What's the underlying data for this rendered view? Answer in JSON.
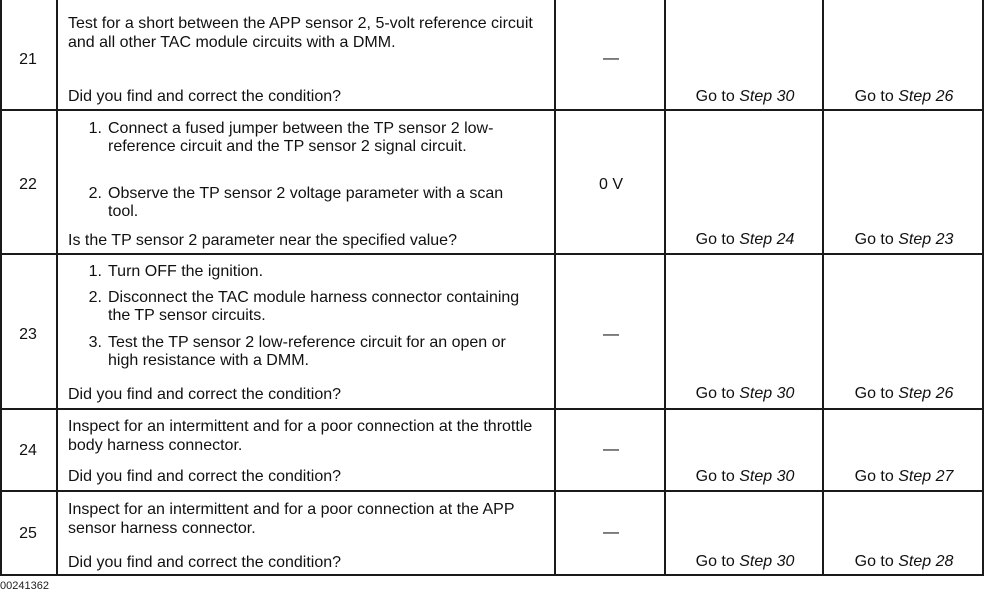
{
  "rows": [
    {
      "step": "21",
      "text": "Test for a short between the APP sensor 2, 5-volt reference circuit and all other TAC module circuits with a DMM.",
      "question": "Did you find and correct the condition?",
      "value": "—",
      "yes_prefix": "Go to",
      "yes_step": "Step 30",
      "no_prefix": "Go to",
      "no_step": "Step 26"
    },
    {
      "step": "22",
      "items": [
        {
          "num": "1.",
          "text": "Connect a fused jumper between the TP sensor 2 low-reference circuit and the TP sensor 2 signal circuit."
        },
        {
          "num": "2.",
          "text": "Observe the TP sensor 2 voltage parameter with a scan tool."
        }
      ],
      "question": "Is the TP sensor 2 parameter near the specified value?",
      "value": "0 V",
      "yes_prefix": "Go to",
      "yes_step": "Step 24",
      "no_prefix": "Go to",
      "no_step": "Step 23"
    },
    {
      "step": "23",
      "items": [
        {
          "num": "1.",
          "text": "Turn OFF the ignition."
        },
        {
          "num": "2.",
          "text": "Disconnect the TAC module harness connector containing the TP sensor circuits."
        },
        {
          "num": "3.",
          "text": "Test the TP sensor 2 low-reference circuit for an open or high resistance with a DMM."
        }
      ],
      "question": "Did you find and correct the condition?",
      "value": "—",
      "yes_prefix": "Go to",
      "yes_step": "Step 30",
      "no_prefix": "Go to",
      "no_step": "Step 26"
    },
    {
      "step": "24",
      "text": "Inspect for an intermittent and for a poor connection at the throttle body harness connector.",
      "question": "Did you find and correct the condition?",
      "value": "—",
      "yes_prefix": "Go to",
      "yes_step": "Step 30",
      "no_prefix": "Go to",
      "no_step": "Step 27"
    },
    {
      "step": "25",
      "text": "Inspect for an intermittent and for a poor connection at the APP sensor harness connector.",
      "question": "Did you find and correct the condition?",
      "value": "—",
      "yes_prefix": "Go to",
      "yes_step": "Step 30",
      "no_prefix": "Go to",
      "no_step": "Step 28"
    }
  ],
  "figure_id": "00241362"
}
